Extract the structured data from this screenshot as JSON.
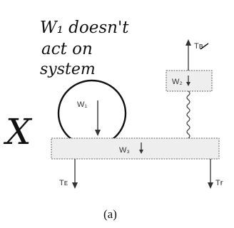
{
  "annotation": {
    "lines": [
      "W₁ doesn't",
      "act on",
      "system"
    ],
    "cross_mark": "X"
  },
  "diagram": {
    "weight_w1": "W₁",
    "weight_w2": "W₂",
    "weight_w3": "W₃",
    "tension_tb": "Tʙ",
    "tension_te": "Tᴇ",
    "tension_tf": "Tғ"
  },
  "caption": "(a)",
  "colors": {
    "ink": "#111111",
    "box_fill": "#eeeeee",
    "box_stroke": "#666666"
  }
}
